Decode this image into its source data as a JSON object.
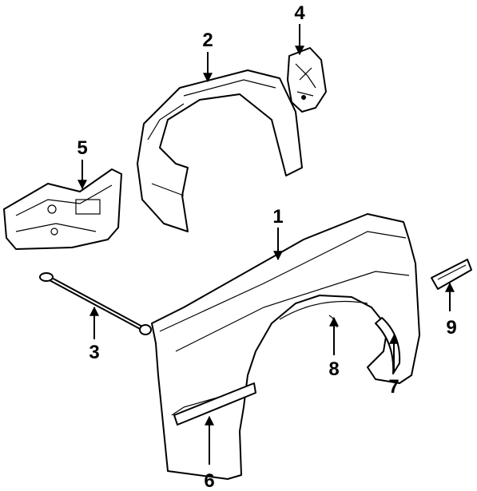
{
  "callouts": [
    {
      "id": "fender",
      "label": "1"
    },
    {
      "id": "wheelhouse",
      "label": "2"
    },
    {
      "id": "rod",
      "label": "3"
    },
    {
      "id": "bracket",
      "label": "4"
    },
    {
      "id": "panel",
      "label": "5"
    },
    {
      "id": "lower-molding",
      "label": "6"
    },
    {
      "id": "arch-molding",
      "label": "7"
    },
    {
      "id": "arch-trim",
      "label": "8"
    },
    {
      "id": "emblem",
      "label": "9"
    }
  ]
}
